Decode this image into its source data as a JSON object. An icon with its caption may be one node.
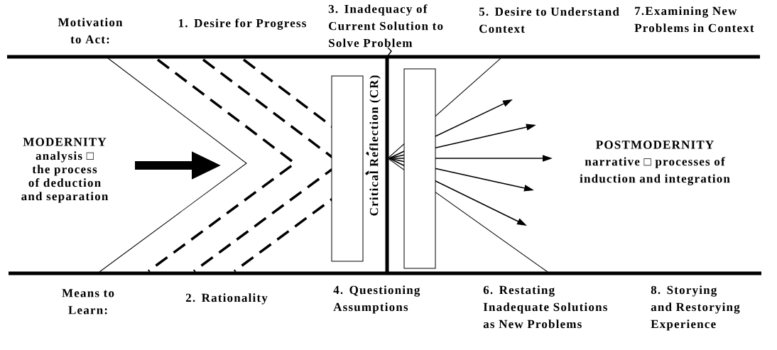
{
  "diagram": {
    "labels": [
      "Motivation to Act:",
      "1. Desire for Progress",
      "3. Inadequacy of Current Solution to Solve Problem",
      "5. Desire to Understand Context",
      "7.Examining New Problems in Context",
      "Critical Reflection (CR)",
      "MODERNITY",
      "analysis □ the process of deduction and separation",
      "POSTMODERNITY",
      "narrative □ processes of induction and integration",
      "Means to Learn:",
      "2. Rationality",
      "4. Questioning Assumptions",
      "6. Restating Inadequate Solutions as New Problems",
      "8. Storying and Restorying Experience"
    ]
  }
}
